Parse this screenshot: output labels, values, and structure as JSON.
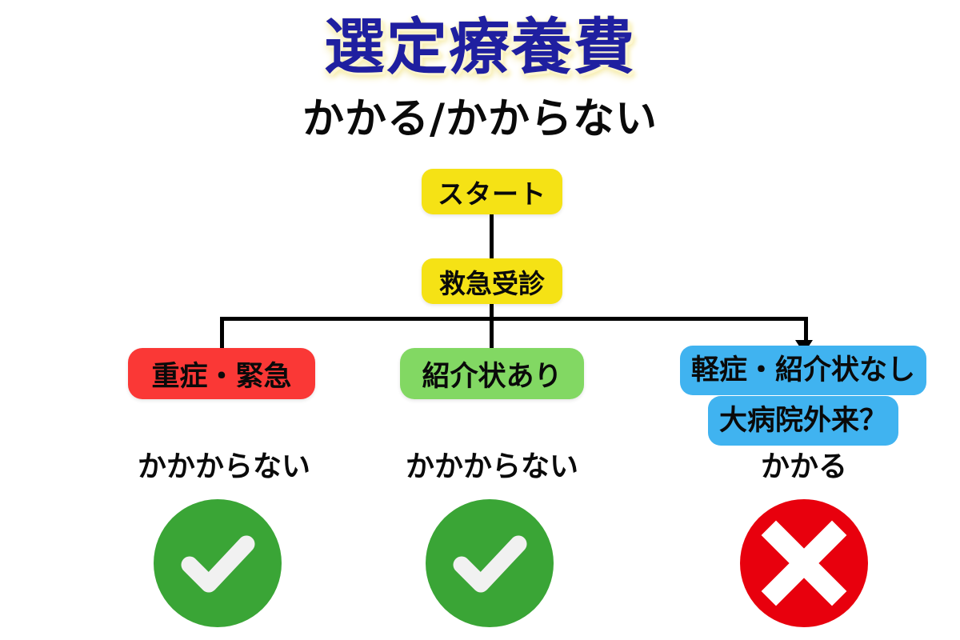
{
  "page": {
    "title_main": "選定療養費",
    "title_sub": "かかる/かからない",
    "background_color": "#ffffff"
  },
  "colors": {
    "title_text": "#1f1fa0",
    "title_glow": "#f7eeb0",
    "subtitle_text": "#0a0a0a",
    "node_yellow": "#f5e215",
    "node_red": "#fa3836",
    "node_green": "#82d863",
    "node_blue": "#40b3f0",
    "connector": "#000000",
    "icon_ok_green": "#3aa536",
    "icon_ng_red": "#e8000d",
    "icon_glyph": "#f2f2f2"
  },
  "flow": {
    "start": {
      "label": "スタート",
      "color": "#f5e215"
    },
    "emergency": {
      "label": "救急受診",
      "color": "#f5e215"
    },
    "branches": [
      {
        "key": "severe",
        "label": "重症・緊急",
        "color": "#fa3836",
        "result_label": "かかからない",
        "icon": "check-circle-icon",
        "icon_color": "#3aa536"
      },
      {
        "key": "referral",
        "label": "紹介状あり",
        "color": "#82d863",
        "result_label": "かかからない",
        "icon": "check-circle-icon",
        "icon_color": "#3aa536"
      },
      {
        "key": "mild",
        "label_line1": "軽症・紹介状なし",
        "label_line2": "大病院外来？",
        "color": "#40b3f0",
        "result_label": "かかる",
        "icon": "cross-circle-icon",
        "icon_color": "#e8000d"
      }
    ]
  }
}
